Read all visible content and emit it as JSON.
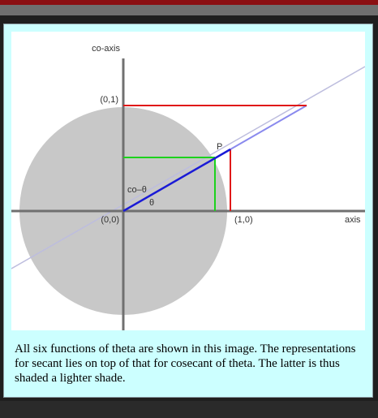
{
  "figure": {
    "y_axis_label": "co-axis",
    "x_axis_label": "axis",
    "label_unit_y": "(0,1)",
    "label_origin": "(0,0)",
    "label_unit_x": "(1,0)",
    "label_point": "P",
    "label_co_theta": "co–θ",
    "label_theta": "θ"
  },
  "caption": "All six functions of theta are shown in this image.  The representations for secant lies on top of that for cosecant of theta.  The latter is thus shaded a lighter shade.",
  "colors": {
    "circle_fill": "#c8c8c8",
    "axes": "#707070",
    "radius": "#1a1ad6",
    "sine_cosine": "#1dd21d",
    "tangent_cotangent": "#e01818",
    "secant": "#8a8aee",
    "cosecant_extension": "#bdbdde"
  }
}
